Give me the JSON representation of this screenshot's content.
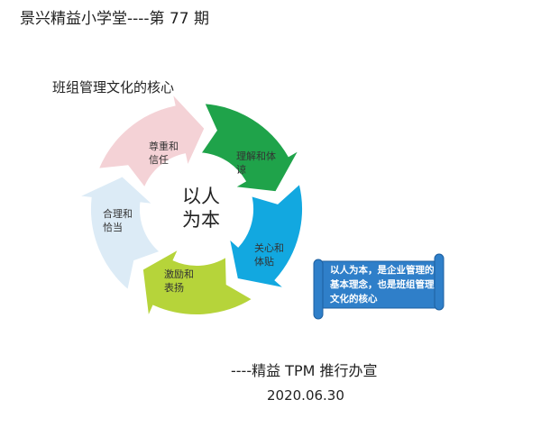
{
  "title": "景兴精益小学堂----第 77 期",
  "subtitle": "班组管理文化的核心",
  "center": {
    "line1": "以人",
    "line2": "为本"
  },
  "segments": [
    {
      "line1": "尊重和",
      "line2": "信任",
      "color": "#f4d2d6"
    },
    {
      "line1": "理解和体",
      "line2": "谅",
      "color": "#1fa34a"
    },
    {
      "line1": "关心和",
      "line2": "体贴",
      "color": "#12a8e0"
    },
    {
      "line1": "激励和",
      "line2": "表扬",
      "color": "#b6d43a"
    },
    {
      "line1": "合理和",
      "line2": "恰当",
      "color": "#dcebf6"
    }
  ],
  "callout": {
    "text": "以人为本，是企业管理的基本理念，也是班组管理文化的核心",
    "color": "#2f7fc9"
  },
  "footer": "----精益 TPM 推行办宣",
  "date": "2020.06.30"
}
